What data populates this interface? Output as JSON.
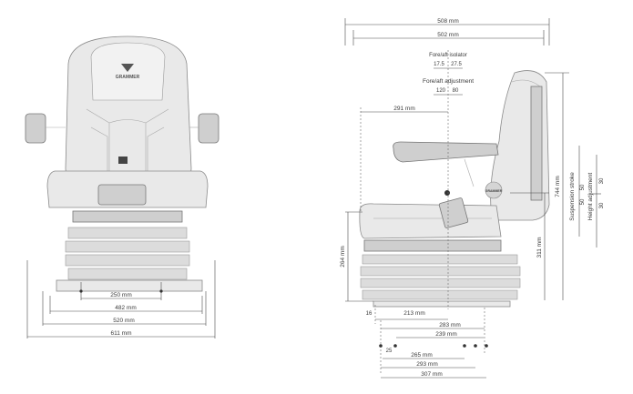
{
  "brand": {
    "logo_text": "GRAMMER"
  },
  "front_view": {
    "dimensions": {
      "mount_spacing": "250 mm",
      "width_482": "482 mm",
      "width_520": "520 mm",
      "width_611": "611 mm"
    }
  },
  "side_view": {
    "dimensions": {
      "overall_depth_508": "508 mm",
      "depth_502": "502 mm",
      "fore_aft_isolator_label": "Fore/aft isolator",
      "isolator_front": "17.5",
      "isolator_rear": "27.5",
      "fore_aft_adjustment_label": "Fore/aft adjustment",
      "adjust_front": "120",
      "adjust_rear": "80",
      "armrest_offset": "291 mm",
      "overall_height": "744 mm",
      "base_height": "311 mm",
      "cushion_height": "264 mm",
      "offset_16": "16",
      "depth_213": "213 mm",
      "base_283": "283 mm",
      "base_239": "239 mm",
      "offset_25": "25",
      "base_265": "265 mm",
      "base_293": "293 mm",
      "base_307": "307 mm",
      "suspension_stroke_label": "Suspension stroke",
      "stroke_a": "50",
      "stroke_b": "50",
      "height_adjustment_label": "Height adjustment",
      "height_a": "30",
      "height_b": "30"
    }
  }
}
